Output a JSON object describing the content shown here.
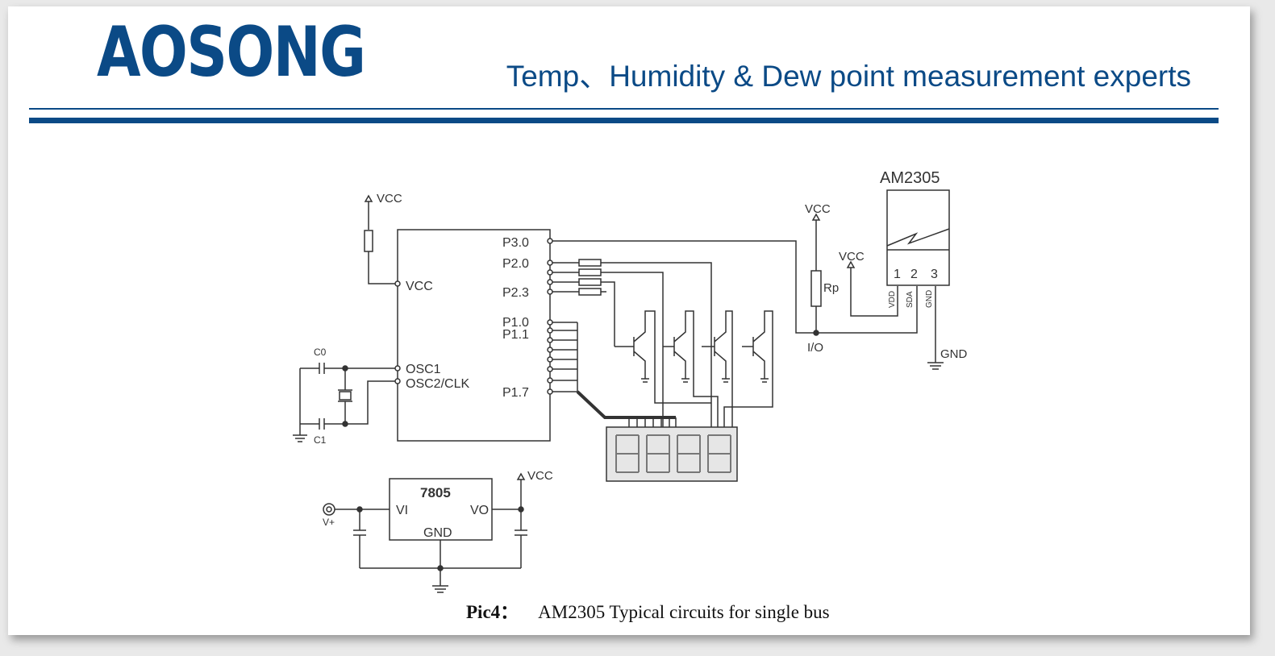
{
  "header": {
    "logo_text": "AOSONG",
    "tagline": "Temp、Humidity & Dew point measurement experts"
  },
  "colors": {
    "brand": "#0b4a86",
    "line": "#333333"
  },
  "circuit": {
    "vcc": "VCC",
    "mcu_vcc": "VCC",
    "osc1": "OSC1",
    "osc2": "OSC2/CLK",
    "c0": "C0",
    "c1": "C1",
    "pins": {
      "p30": "P3.0",
      "p20": "P2.0",
      "p23": "P2.3",
      "p10": "P1.0",
      "p11": "P1.1",
      "p17": "P1.7"
    },
    "sensor": {
      "name": "AM2305",
      "pin1": "1",
      "pin2": "2",
      "pin3": "3",
      "vdd": "VDD",
      "sda": "SDA",
      "gnd_pin": "GND"
    },
    "rp": "Rp",
    "io": "I/O",
    "gnd": "GND",
    "regulator": {
      "name": "7805",
      "vi": "VI",
      "vo": "VO",
      "gnd": "GND",
      "vplus": "V+"
    }
  },
  "caption": {
    "label": "Pic4：",
    "text": "AM2305 Typical circuits for single bus"
  }
}
